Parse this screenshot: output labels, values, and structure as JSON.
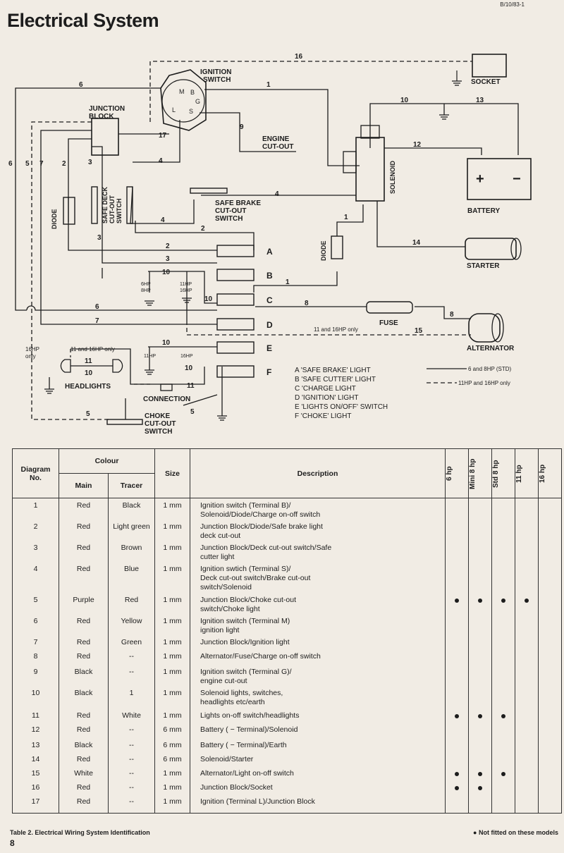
{
  "page": {
    "title": "Electrical System",
    "ref": "B/10/83-1",
    "page_number": "8",
    "caption": "Table 2.  Electrical Wiring System Identification",
    "note": "● Not fitted on these models"
  },
  "diagram": {
    "components": {
      "ignition_switch": [
        "IGNITION",
        "SWITCH"
      ],
      "junction_block": [
        "JUNCTION",
        "BLOCK"
      ],
      "engine_cutout": [
        "ENGINE",
        "CUT-OUT"
      ],
      "socket": "SOCKET",
      "battery": "BATTERY",
      "solenoid": "SOLENOID",
      "starter": "STARTER",
      "alternator": "ALTERNATOR",
      "fuse": "FUSE",
      "diode": "DIODE",
      "safe_deck": [
        "SAFE DECK",
        "CUT-OUT",
        "SWITCH"
      ],
      "safe_brake": [
        "SAFE BRAKE",
        "CUT-OUT",
        "SWITCH"
      ],
      "headlights": "HEADLIGHTS",
      "connection": "CONNECTION",
      "choke": [
        "CHOKE",
        "CUT-OUT",
        "SWITCH"
      ]
    },
    "terminals": [
      "M",
      "B",
      "G",
      "L",
      "S"
    ],
    "battery_signs": [
      "+",
      "−"
    ],
    "light_letters": [
      "A",
      "B",
      "C",
      "D",
      "E",
      "F"
    ],
    "hp_labels": [
      "6HP",
      "8HP",
      "11HP",
      "16HP",
      "11HP",
      "16HP"
    ],
    "notes": [
      "11 and 16HP only",
      "11 and 16HP only",
      "16HP",
      "only"
    ],
    "wire_numbers": [
      "1",
      "2",
      "3",
      "4",
      "5",
      "6",
      "7",
      "8",
      "9",
      "10",
      "11",
      "12",
      "13",
      "14",
      "15",
      "16",
      "17"
    ],
    "legend_lights": [
      "A  'SAFE BRAKE' LIGHT",
      "B  'SAFE CUTTER' LIGHT",
      "C  'CHARGE LIGHT",
      "D  'IGNITION' LIGHT",
      "E  'LIGHTS ON/OFF' SWITCH",
      "F  'CHOKE' LIGHT"
    ],
    "legend_lines": {
      "solid": "6 and 8HP (STD)",
      "dashed": "11HP and 16HP only"
    }
  },
  "table": {
    "headers": {
      "diagram_no": [
        "Diagram",
        "No."
      ],
      "colour": "Colour",
      "main": "Main",
      "tracer": "Tracer",
      "size": "Size",
      "description": "Description",
      "models": [
        "6 hp",
        "Mini 8 hp",
        "Std 8 hp",
        "11 hp",
        "16 hp"
      ]
    },
    "rows": [
      {
        "no": "1",
        "main": "Red",
        "tracer": "Black",
        "size": "1 mm",
        "desc": [
          "Ignition switch (Terminal B)/",
          "Solenoid/Diode/Charge on-off switch"
        ],
        "dots": [
          false,
          false,
          false,
          false,
          false
        ]
      },
      {
        "no": "2",
        "main": "Red",
        "tracer": "Light green",
        "size": "1 mm",
        "desc": [
          "Junction Block/Diode/Safe brake light",
          "deck cut-out"
        ],
        "dots": [
          false,
          false,
          false,
          false,
          false
        ]
      },
      {
        "no": "3",
        "main": "Red",
        "tracer": "Brown",
        "size": "1 mm",
        "desc": [
          "Junction Block/Deck cut-out switch/Safe",
          "cutter light"
        ],
        "dots": [
          false,
          false,
          false,
          false,
          false
        ]
      },
      {
        "no": "4",
        "main": "Red",
        "tracer": "Blue",
        "size": "1 mm",
        "desc": [
          "Ignition swtich (Terminal S)/",
          "Deck cut-out switch/Brake cut-out",
          "switch/Solenoid"
        ],
        "dots": [
          false,
          false,
          false,
          false,
          false
        ]
      },
      {
        "no": "5",
        "main": "Purple",
        "tracer": "Red",
        "size": "1 mm",
        "desc": [
          "Junction Block/Choke cut-out",
          "switch/Choke light"
        ],
        "dots": [
          true,
          true,
          true,
          true,
          false
        ]
      },
      {
        "no": "6",
        "main": "Red",
        "tracer": "Yellow",
        "size": "1 mm",
        "desc": [
          "Ignition switch (Terminal M)",
          "ignition light"
        ],
        "dots": [
          false,
          false,
          false,
          false,
          false
        ]
      },
      {
        "no": "7",
        "main": "Red",
        "tracer": "Green",
        "size": "1 mm",
        "desc": [
          "Junction Block/Ignition light"
        ],
        "dots": [
          false,
          false,
          false,
          false,
          false
        ]
      },
      {
        "no": "8",
        "main": "Red",
        "tracer": "--",
        "size": "1 mm",
        "desc": [
          "Alternator/Fuse/Charge on-off switch"
        ],
        "dots": [
          false,
          false,
          false,
          false,
          false
        ]
      },
      {
        "no": "9",
        "main": "Black",
        "tracer": "--",
        "size": "1 mm",
        "desc": [
          "Ignition switch (Terminal G)/",
          "engine cut-out"
        ],
        "dots": [
          false,
          false,
          false,
          false,
          false
        ]
      },
      {
        "no": "10",
        "main": "Black",
        "tracer": "1",
        "size": "1 mm",
        "desc": [
          "Solenoid lights, switches,",
          "headlights etc/earth"
        ],
        "dots": [
          false,
          false,
          false,
          false,
          false
        ]
      },
      {
        "no": "11",
        "main": "Red",
        "tracer": "White",
        "size": "1 mm",
        "desc": [
          "Lights on-off switch/headlights"
        ],
        "dots": [
          true,
          true,
          true,
          false,
          false
        ]
      },
      {
        "no": "12",
        "main": "Red",
        "tracer": "--",
        "size": "6 mm",
        "desc": [
          "Battery ( − Terminal)/Solenoid"
        ],
        "dots": [
          false,
          false,
          false,
          false,
          false
        ]
      },
      {
        "no": "13",
        "main": "Black",
        "tracer": "--",
        "size": "6 mm",
        "desc": [
          "Battery ( − Terminal)/Earth"
        ],
        "dots": [
          false,
          false,
          false,
          false,
          false
        ]
      },
      {
        "no": "14",
        "main": "Red",
        "tracer": "--",
        "size": "6 mm",
        "desc": [
          "Solenoid/Starter"
        ],
        "dots": [
          false,
          false,
          false,
          false,
          false
        ]
      },
      {
        "no": "15",
        "main": "White",
        "tracer": "--",
        "size": "1 mm",
        "desc": [
          "Alternator/Light on-off switch"
        ],
        "dots": [
          true,
          true,
          true,
          false,
          false
        ]
      },
      {
        "no": "16",
        "main": "Red",
        "tracer": "--",
        "size": "1 mm",
        "desc": [
          "Junction Block/Socket"
        ],
        "dots": [
          true,
          true,
          false,
          false,
          false
        ]
      },
      {
        "no": "17",
        "main": "Red",
        "tracer": "--",
        "size": "1 mm",
        "desc": [
          "Ignition (Terminal L)/Junction Block"
        ],
        "dots": [
          false,
          false,
          false,
          false,
          false
        ]
      }
    ]
  }
}
